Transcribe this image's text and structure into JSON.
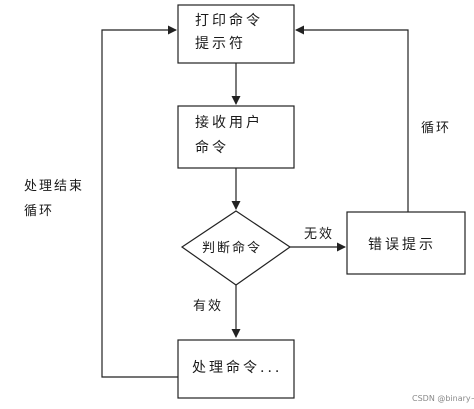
{
  "nodes": {
    "print_prompt": [
      "打印命令",
      "提示符"
    ],
    "receive_command": [
      "接收用户",
      "命令"
    ],
    "judge_command": "判断命令",
    "error_prompt": "错误提示",
    "process_command": "处理命令..."
  },
  "edges": {
    "invalid": "无效",
    "valid": "有效",
    "loop_right": "循环",
    "loop_left": [
      "处理结束",
      "循环"
    ]
  },
  "watermark": "CSDN @binary~"
}
